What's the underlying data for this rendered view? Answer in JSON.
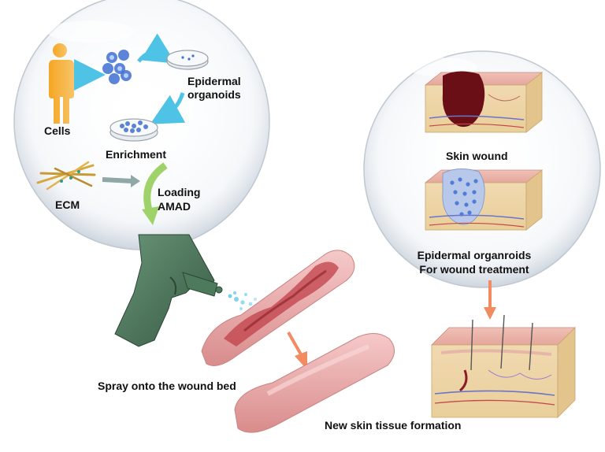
{
  "left_bubble": {
    "cells_label": "Cells",
    "organoids_label_line1": "Epidermal",
    "organoids_label_line2": "organoids",
    "enrichment_label": "Enrichment",
    "ecm_label": "ECM",
    "loading_label_line1": "Loading",
    "loading_label_line2": "AMAD"
  },
  "right_bubble": {
    "wound_label": "Skin wound",
    "treatment_label_line1": "Epidermal organroids",
    "treatment_label_line2": "For wound treatment"
  },
  "bottom": {
    "spray_label": "Spray onto the wound bed",
    "new_skin_label": "New skin tissue formation"
  },
  "colors": {
    "arrow_cyan": "#4fc3e6",
    "arrow_green": "#9fd36a",
    "arrow_orange": "#f28b62",
    "gun_green": "#4e7a5c",
    "skin_pink": "#efb3b3",
    "wound_red": "#8b1d25",
    "organoid_blue": "#3f6fd1"
  }
}
